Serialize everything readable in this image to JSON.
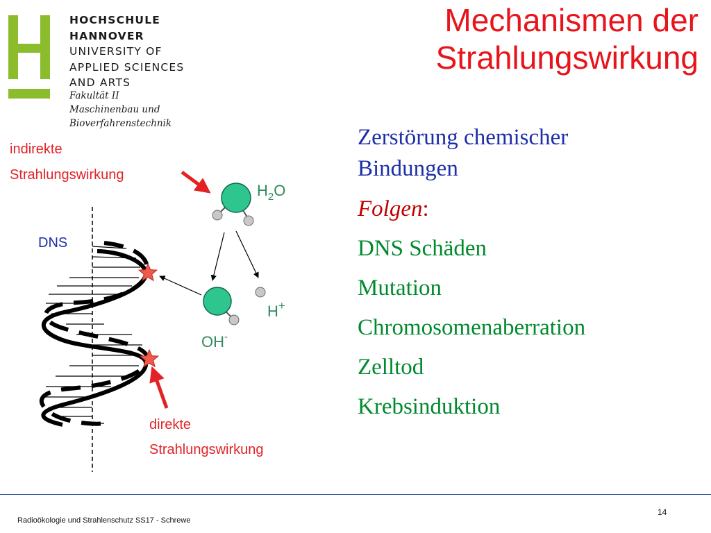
{
  "logo": {
    "letter": "H",
    "lines": [
      "HOCHSCHULE",
      "HANNOVER",
      "UNIVERSITY OF",
      "APPLIED SCIENCES",
      "AND ARTS"
    ],
    "faculty": [
      "Fakultät II",
      "Maschinenbau und",
      "Bioverfahrenstechnik"
    ],
    "brand_color": "#8bbc2c"
  },
  "title": [
    "Mechanismen der",
    "Strahlungswirkung"
  ],
  "diagram": {
    "indirect_label": [
      "indirekte",
      "Strahlungswirkung"
    ],
    "direct_label": [
      "direkte",
      "Strahlungswirkung"
    ],
    "dna_label": "DNS",
    "water": {
      "main": "H",
      "sub": "2",
      "tail": "O"
    },
    "hydroxide": {
      "main": "OH",
      "sup": "-"
    },
    "proton": {
      "main": "H",
      "sup": "+"
    }
  },
  "bullets": [
    {
      "text": "Zerstörung chemischer",
      "style": "blue"
    },
    {
      "text": "Bindungen",
      "style": "blue"
    },
    {
      "label": "Folgen",
      "suffix": ":",
      "style": "red-italic"
    },
    {
      "text": "DNS Schäden",
      "style": "green"
    },
    {
      "text": "Mutation",
      "style": "green"
    },
    {
      "text": "Chromosomenaberration",
      "style": "green"
    },
    {
      "text": "Zelltod",
      "style": "green"
    },
    {
      "text": "Krebsinduktion",
      "style": "green"
    }
  ],
  "footer": "Radioökologie und Strahlenschutz SS17 - Schrewe",
  "page_number": "14",
  "colors": {
    "title": "#e8141b",
    "accent_red": "#e32226",
    "molecule": "#2ec58e",
    "atom": "#c8c8c8",
    "blue_text": "#1c2ea8",
    "green_text": "#008a2e",
    "footer_line": "#3b5aa8"
  }
}
